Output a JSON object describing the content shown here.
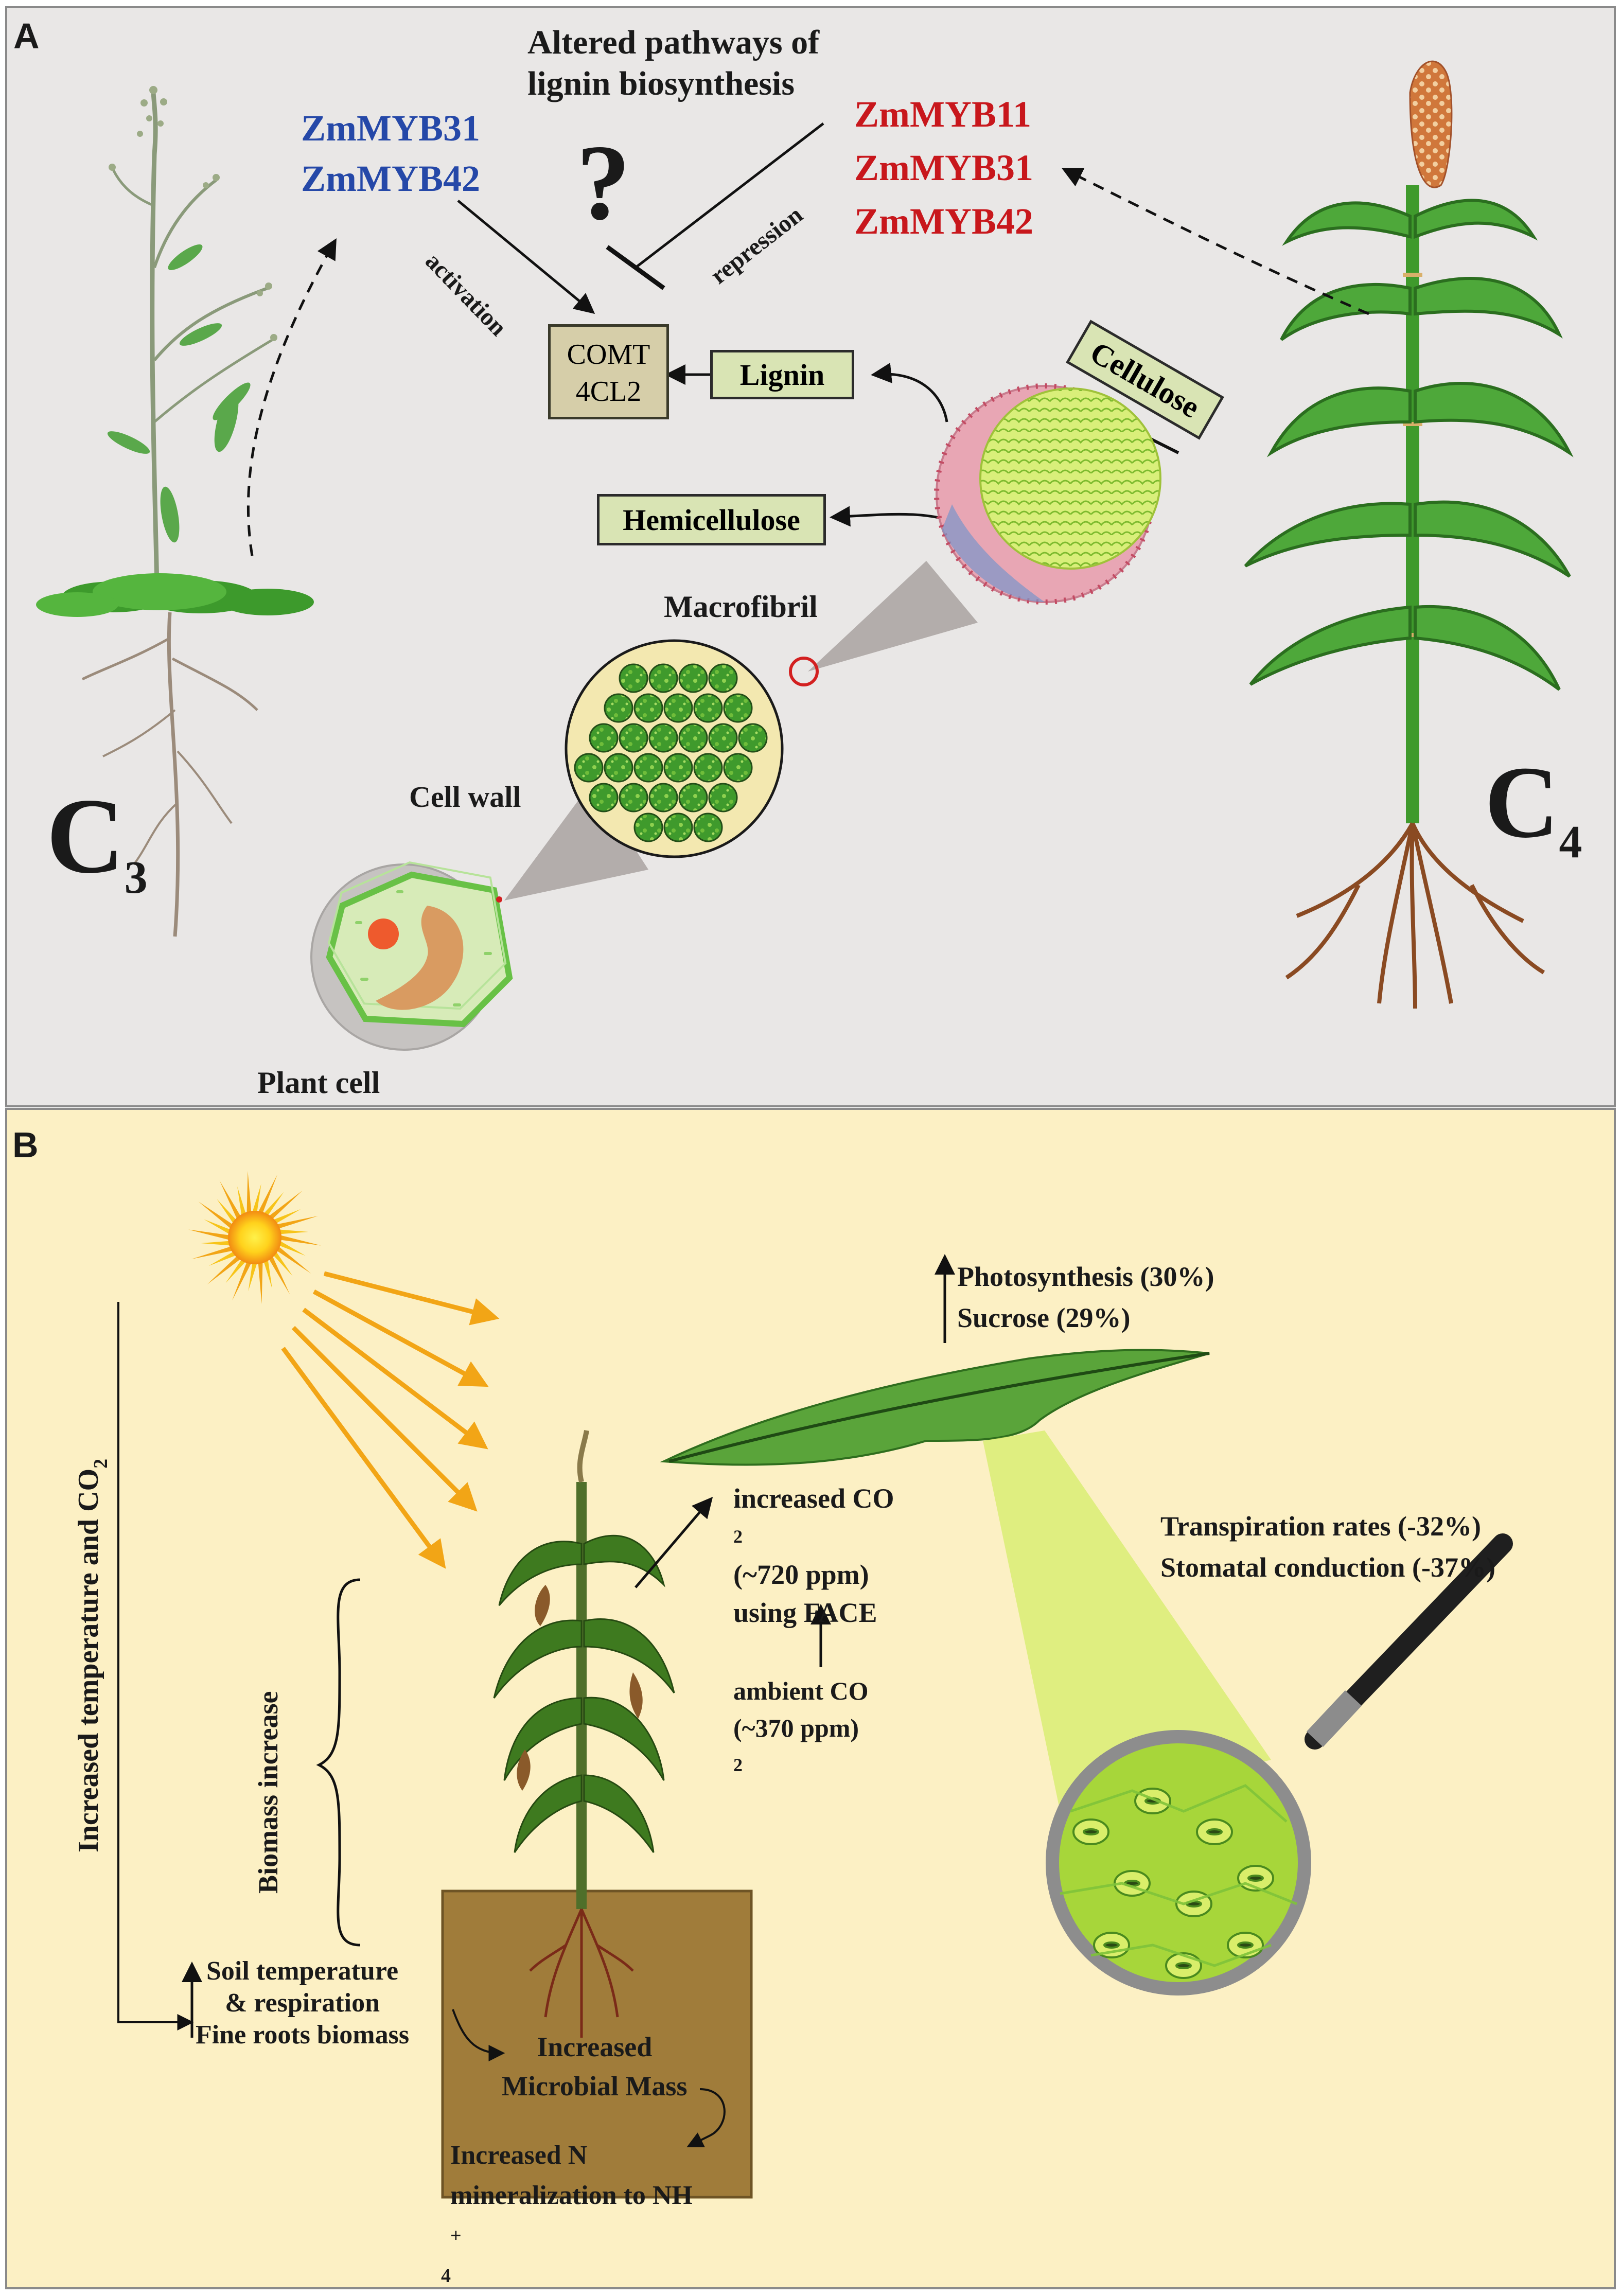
{
  "panelA": {
    "letter": "A",
    "title_line1": "Altered pathways of",
    "title_line2": "lignin biosynthesis",
    "question": "?",
    "activators": [
      "ZmMYB31",
      "ZmMYB42"
    ],
    "repressors": [
      "ZmMYB11",
      "ZmMYB31",
      "ZmMYB42"
    ],
    "activation_label": "activation",
    "repression_label": "repression",
    "gene_box": [
      "COMT",
      "4CL2"
    ],
    "lignin": "Lignin",
    "cellulose": "Cellulose",
    "hemicellulose": "Hemicellulose",
    "macrofibril": "Macrofibril",
    "cell_wall": "Cell wall",
    "plant_cell": "Plant cell",
    "c3": {
      "letter": "C",
      "sub": "3"
    },
    "c4": {
      "letter": "C",
      "sub": "4"
    }
  },
  "panelB": {
    "letter": "B",
    "photosynthesis": "Photosynthesis (30%)",
    "sucrose": "Sucrose (29%)",
    "increased_co2_line1": "increased CO",
    "increased_co2_sub": "2",
    "increased_co2_line2": "(~720 ppm)",
    "increased_co2_line3": "using FACE",
    "ambient_line1": "ambient CO",
    "ambient_line2": "(~370 ppm)",
    "ambient_sub": "2",
    "transpiration": "Transpiration rates (-32%)",
    "stomatal": "Stomatal conduction (-37%)",
    "vertical_label": "Increased temperature and CO",
    "vertical_sub": "2",
    "biomass": "Biomass increase",
    "soil_line1": "Soil temperature",
    "soil_line2": "& respiration",
    "soil_line3": "Fine roots biomass",
    "microbial_line1": "Increased",
    "microbial_line2": "Microbial Mass",
    "nitrogen_line1": "Increased N",
    "nitrogen_line2": "mineralization to NH",
    "nh_sup": "+",
    "nh_sub": "4"
  }
}
